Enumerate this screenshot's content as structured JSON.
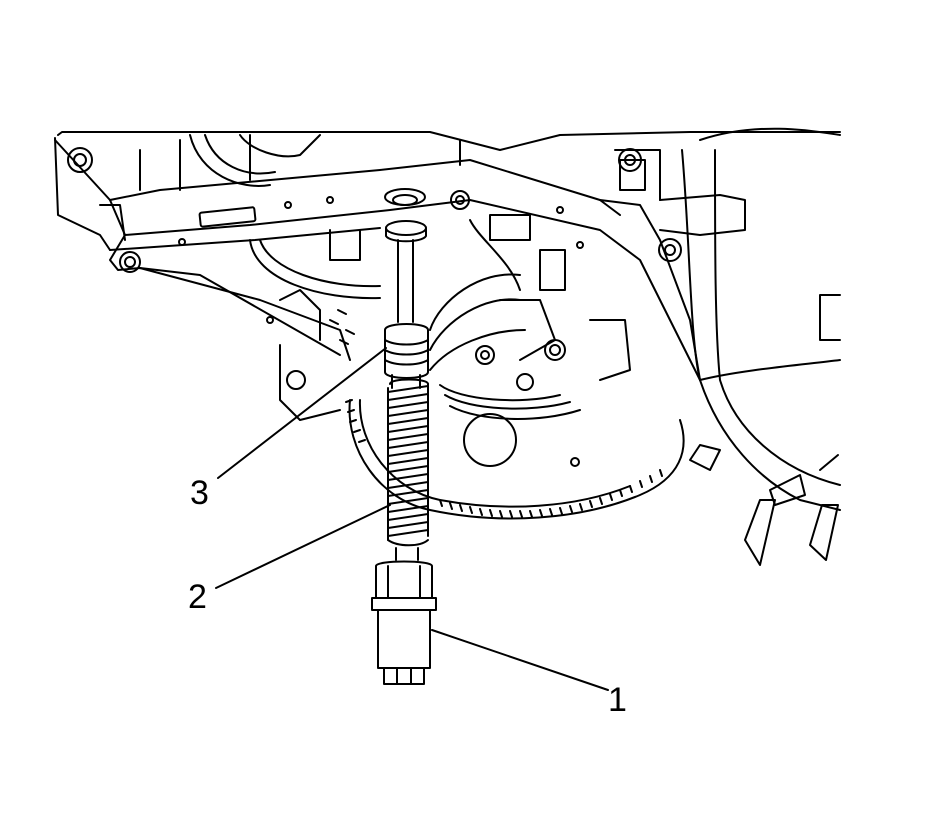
{
  "callouts": [
    {
      "number": "1",
      "target": "oil-pressure-regulator-valve-plug"
    },
    {
      "number": "2",
      "target": "pressure-regulator-spring"
    },
    {
      "number": "3",
      "target": "pressure-regulator-valve"
    }
  ],
  "colors": {
    "line": "#000000",
    "background": "#ffffff"
  }
}
